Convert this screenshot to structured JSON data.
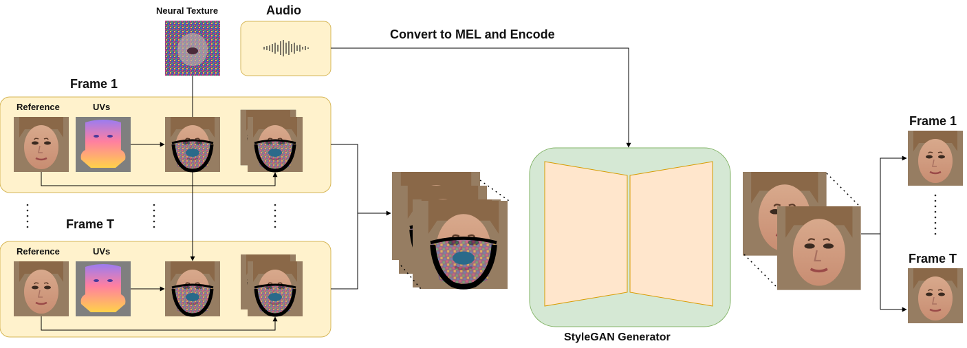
{
  "labels": {
    "neural_texture": "Neural Texture",
    "audio": "Audio",
    "convert": "Convert to MEL and Encode",
    "frame1_left": "Frame 1",
    "frameT_left": "Frame T",
    "reference": "Reference",
    "uvs": "UVs",
    "generator": "StyleGAN Generator",
    "frame1_right": "Frame 1",
    "frameT_right": "Frame T"
  },
  "colors": {
    "panel_fill": "#fff2cc",
    "panel_stroke": "#d6b656",
    "generator_fill": "#d5e8d4",
    "generator_stroke": "#82b366",
    "trapezoid_fill": "#ffe6cc",
    "trapezoid_stroke": "#d79b00"
  }
}
